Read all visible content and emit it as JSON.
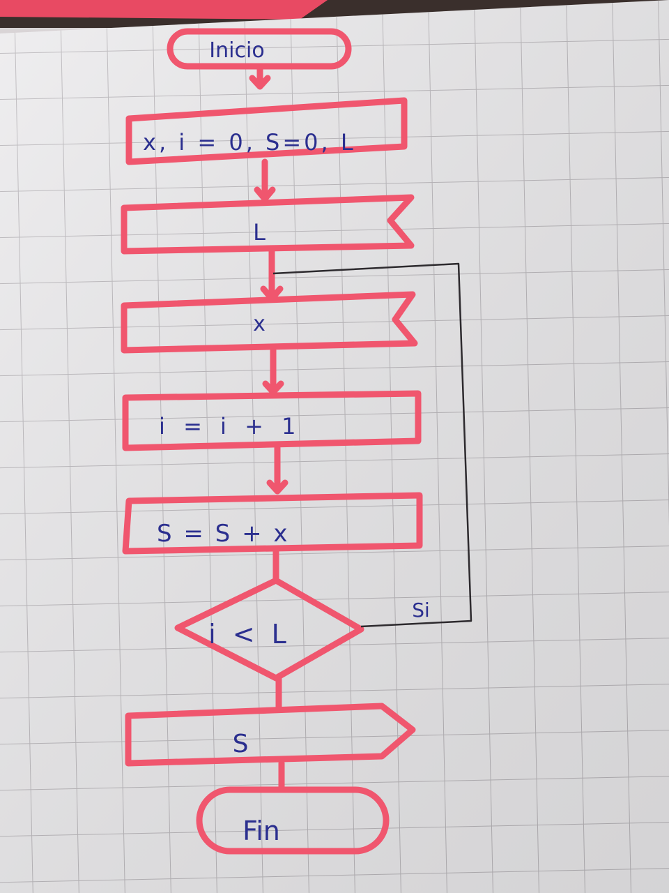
{
  "flowchart": {
    "start": "Inicio",
    "init": "x, i = 0, S=0, L",
    "input_l": "L",
    "input_x": "x",
    "increment": "i = i + 1",
    "accumulate": "S = S + x",
    "condition": "i < L",
    "loop_label": "Si",
    "output": "S",
    "end": "Fin"
  },
  "colors": {
    "paper": "#ecebed",
    "grid": "#b9b6ba",
    "shape_stroke": "#f0566e",
    "text_ink": "#2b2f8f",
    "loop_line": "#2d2a2e",
    "desk": "#3a2f2c",
    "folder": "#e84a63"
  }
}
